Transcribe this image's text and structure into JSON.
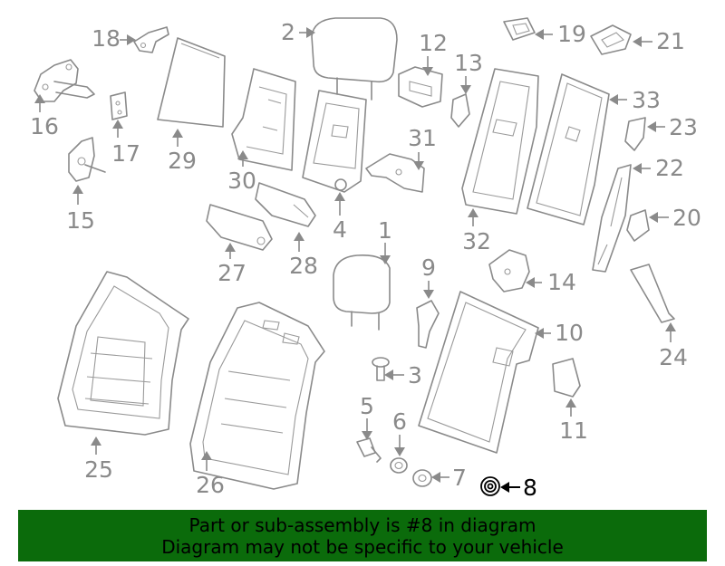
{
  "callouts": [
    {
      "n": "1"
    },
    {
      "n": "2"
    },
    {
      "n": "3"
    },
    {
      "n": "4"
    },
    {
      "n": "5"
    },
    {
      "n": "6"
    },
    {
      "n": "7"
    },
    {
      "n": "8"
    },
    {
      "n": "9"
    },
    {
      "n": "10"
    },
    {
      "n": "11"
    },
    {
      "n": "12"
    },
    {
      "n": "13"
    },
    {
      "n": "14"
    },
    {
      "n": "15"
    },
    {
      "n": "16"
    },
    {
      "n": "17"
    },
    {
      "n": "18"
    },
    {
      "n": "19"
    },
    {
      "n": "20"
    },
    {
      "n": "21"
    },
    {
      "n": "22"
    },
    {
      "n": "23"
    },
    {
      "n": "24"
    },
    {
      "n": "25"
    },
    {
      "n": "26"
    },
    {
      "n": "27"
    },
    {
      "n": "28"
    },
    {
      "n": "29"
    },
    {
      "n": "30"
    },
    {
      "n": "31"
    },
    {
      "n": "32"
    },
    {
      "n": "33"
    }
  ],
  "highlighted_part": "8",
  "banner": {
    "line1": "Part or sub-assembly is #8 in diagram",
    "line2": "Diagram may not be specific to your vehicle",
    "background": "#0b6b0b"
  },
  "colors": {
    "line_art": "#8a8a8a",
    "highlight": "#000000"
  }
}
